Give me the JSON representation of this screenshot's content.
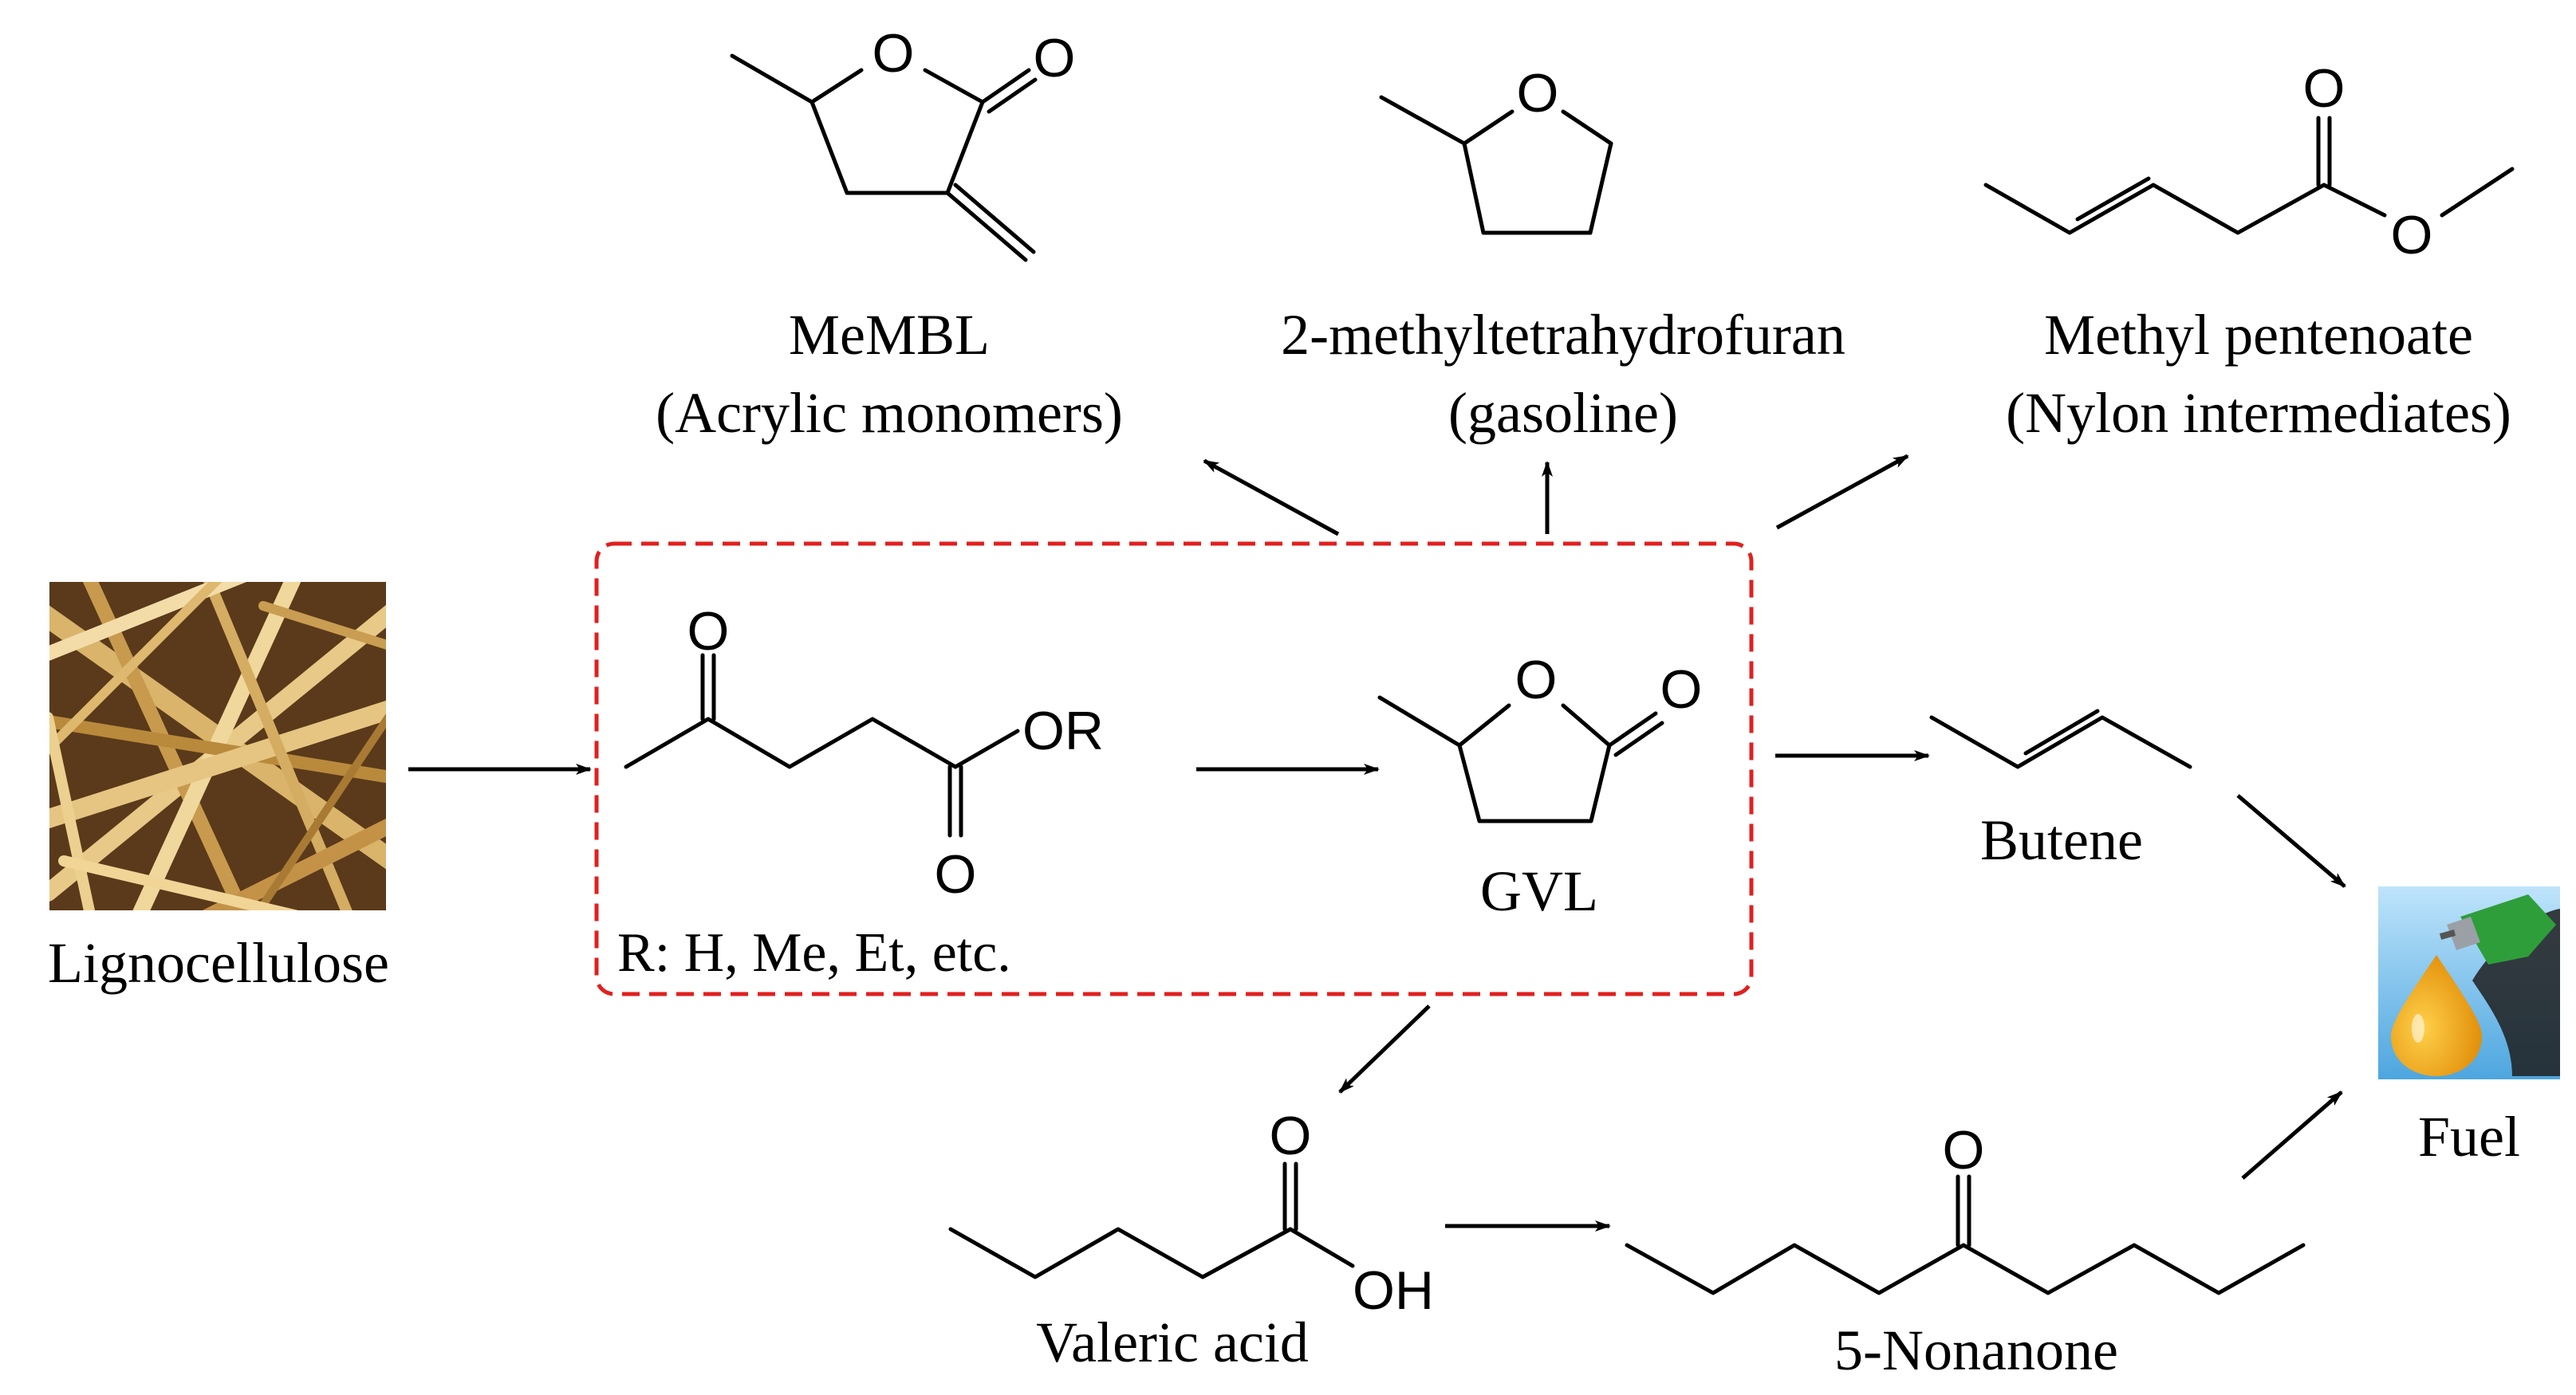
{
  "feedstock": {
    "label": "Lignocellulose",
    "image_icon": "straw-photo"
  },
  "platform": {
    "ester_substituent_label": "R: H, Me, Et, etc.",
    "ester_group_text": "OR",
    "center_label": "GVL",
    "box_border_color": "#e0201f"
  },
  "products": {
    "membl": {
      "name": "MeMBL",
      "use": "(Acrylic monomers)"
    },
    "mthf": {
      "name": "2-methyltetrahydrofuran",
      "use": "(gasoline)"
    },
    "methyl_pentenoate": {
      "name": "Methyl pentenoate",
      "use": "(Nylon intermediates)"
    },
    "butene": {
      "name": "Butene"
    },
    "valeric_acid": {
      "name": "Valeric acid"
    },
    "nonanone": {
      "name": "5-Nonanone"
    },
    "fuel": {
      "name": "Fuel",
      "image_icon": "fuel-pump-drop-icon"
    }
  },
  "atoms": {
    "oxygen": "O",
    "hydroxyl": "OH"
  },
  "colors": {
    "fuel_drop": "#f2a20a",
    "pump_nozzle": "#2e9e3a",
    "sky_blue": "#7ec3ee",
    "straw": "#c9a15a"
  }
}
